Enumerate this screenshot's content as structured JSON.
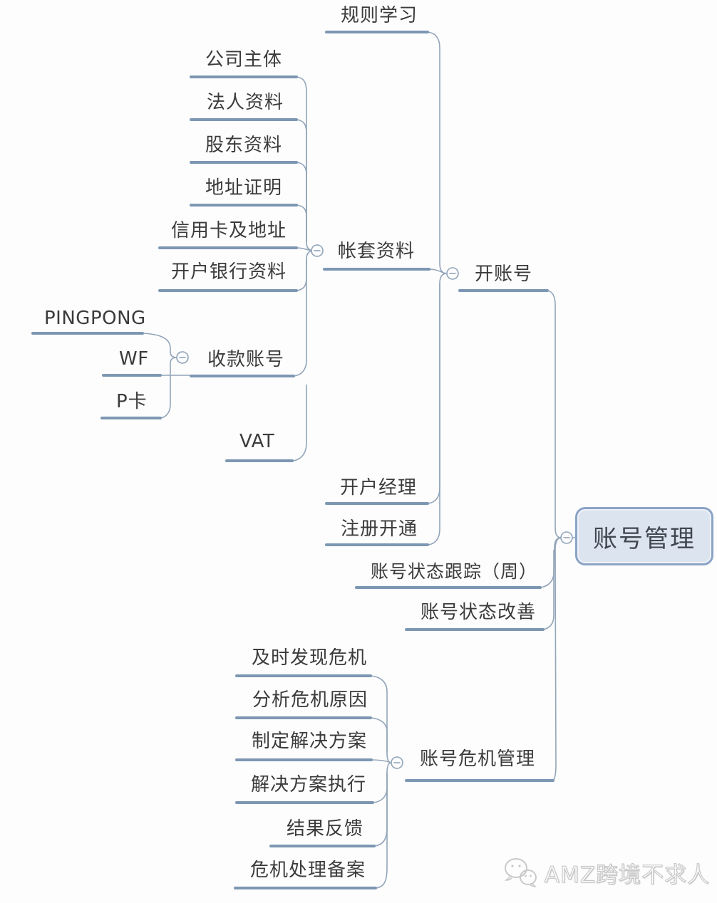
{
  "map": {
    "root": {
      "label": "账号管理",
      "children": [
        {
          "label": "开账号",
          "children": [
            {
              "label": "规则学习"
            },
            {
              "label": "帐套资料",
              "children": [
                {
                  "label": "公司主体"
                },
                {
                  "label": "法人资料"
                },
                {
                  "label": "股东资料"
                },
                {
                  "label": "地址证明"
                },
                {
                  "label": "信用卡及地址"
                },
                {
                  "label": "开户银行资料"
                },
                {
                  "label": "收款账号",
                  "children": [
                    {
                      "label": "PINGPONG"
                    },
                    {
                      "label": "WF"
                    },
                    {
                      "label": "P卡"
                    }
                  ]
                },
                {
                  "label": "VAT"
                }
              ]
            },
            {
              "label": "开户经理"
            },
            {
              "label": "注册开通"
            }
          ]
        },
        {
          "label": "账号状态跟踪（周）"
        },
        {
          "label": "账号状态改善"
        },
        {
          "label": "账号危机管理",
          "children": [
            {
              "label": "及时发现危机"
            },
            {
              "label": "分析危机原因"
            },
            {
              "label": "制定解决方案"
            },
            {
              "label": "解决方案执行"
            },
            {
              "label": "结果反馈"
            },
            {
              "label": "危机处理备案"
            }
          ]
        }
      ]
    }
  },
  "watermark": {
    "label": "AMZ跨境不求人",
    "icon": "wechat-icon"
  },
  "colors": {
    "underline": "#7d97b3",
    "connector": "#92a5b9",
    "root_fill": "#dce4f0",
    "root_border": "#8ba4c6",
    "text": "#3b3b3b"
  }
}
